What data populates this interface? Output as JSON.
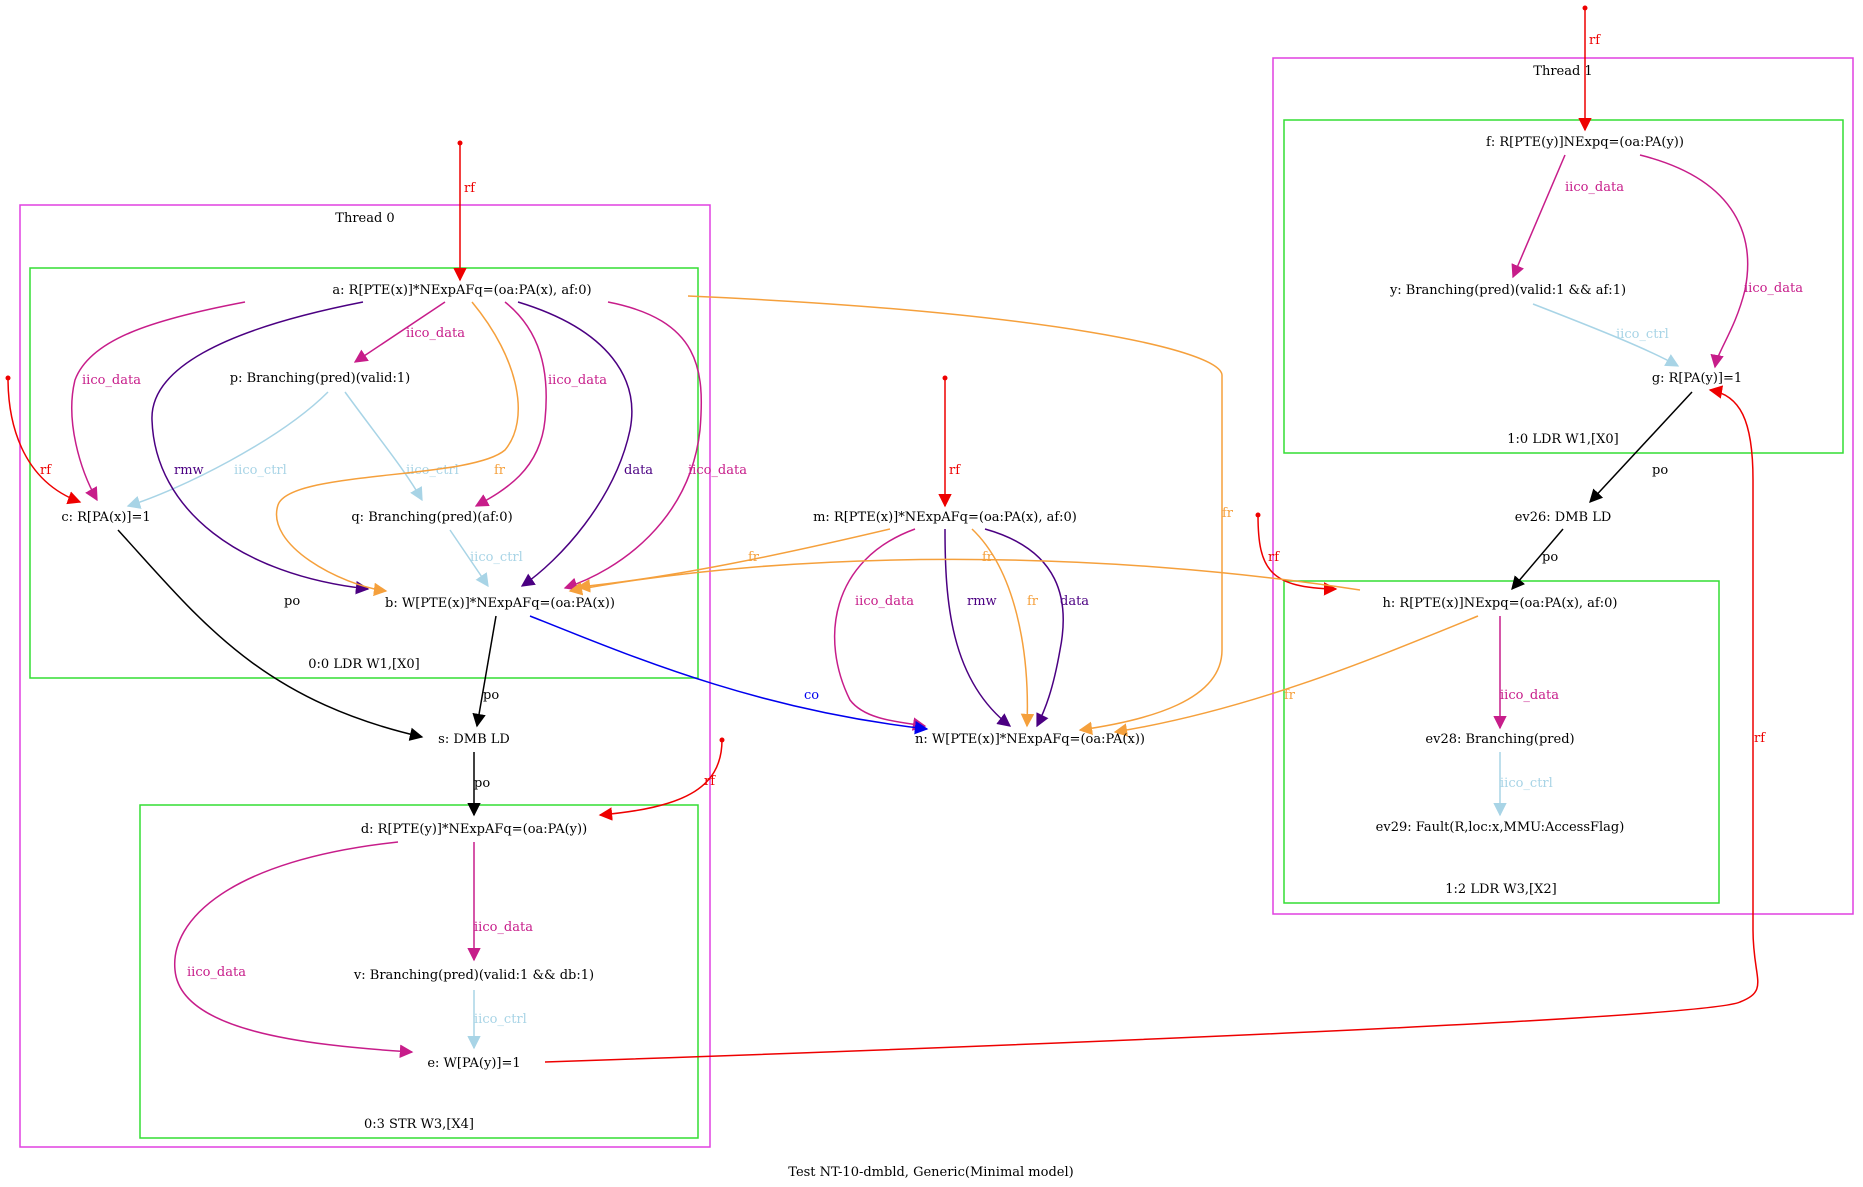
{
  "caption": "Test NT-10-dmbld, Generic(Minimal model)",
  "colors": {
    "thread_border": "#e040e0",
    "instr_border": "#33dd33",
    "rf": "#ee0000",
    "iico_data": "#c71d8a",
    "iico_ctrl": "#a8d4e6",
    "rmw": "#4b0082",
    "data": "#4b0082",
    "fr": "#f5a03c",
    "po": "#000000",
    "co": "#0000ee"
  },
  "threads": [
    {
      "id": "t0",
      "label": "Thread 0"
    },
    {
      "id": "t1",
      "label": "Thread 1"
    }
  ],
  "instructions": [
    {
      "id": "i00",
      "label": "0:0 LDR W1,[X0]"
    },
    {
      "id": "i03",
      "label": "0:3 STR W3,[X4]"
    },
    {
      "id": "i10",
      "label": "1:0 LDR W1,[X0]"
    },
    {
      "id": "i12",
      "label": "1:2 LDR W3,[X2]"
    }
  ],
  "nodes": {
    "a": "a: R[PTE(x)]*NExpAFq=(oa:PA(x), af:0)",
    "p": "p: Branching(pred)(valid:1)",
    "c": "c: R[PA(x)]=1",
    "q": "q: Branching(pred)(af:0)",
    "b": "b: W[PTE(x)]*NExpAFq=(oa:PA(x))",
    "s": "s: DMB LD",
    "d": "d: R[PTE(y)]*NExpAFq=(oa:PA(y))",
    "v": "v: Branching(pred)(valid:1 && db:1)",
    "e": "e: W[PA(y)]=1",
    "m": "m: R[PTE(x)]*NExpAFq=(oa:PA(x), af:0)",
    "n": "n: W[PTE(x)]*NExpAFq=(oa:PA(x))",
    "f": "f: R[PTE(y)]NExpq=(oa:PA(y))",
    "y": "y: Branching(pred)(valid:1 && af:1)",
    "g": "g: R[PA(y)]=1",
    "ev26": "ev26: DMB LD",
    "h": "h: R[PTE(x)]NExpq=(oa:PA(x), af:0)",
    "ev28": "ev28: Branching(pred)",
    "ev29": "ev29: Fault(R,loc:x,MMU:AccessFlag)"
  },
  "edge_labels": {
    "rf": "rf",
    "iico_data": "iico_data",
    "iico_ctrl": "iico_ctrl",
    "rmw": "rmw",
    "data": "data",
    "fr": "fr",
    "po": "po",
    "co": "co"
  }
}
